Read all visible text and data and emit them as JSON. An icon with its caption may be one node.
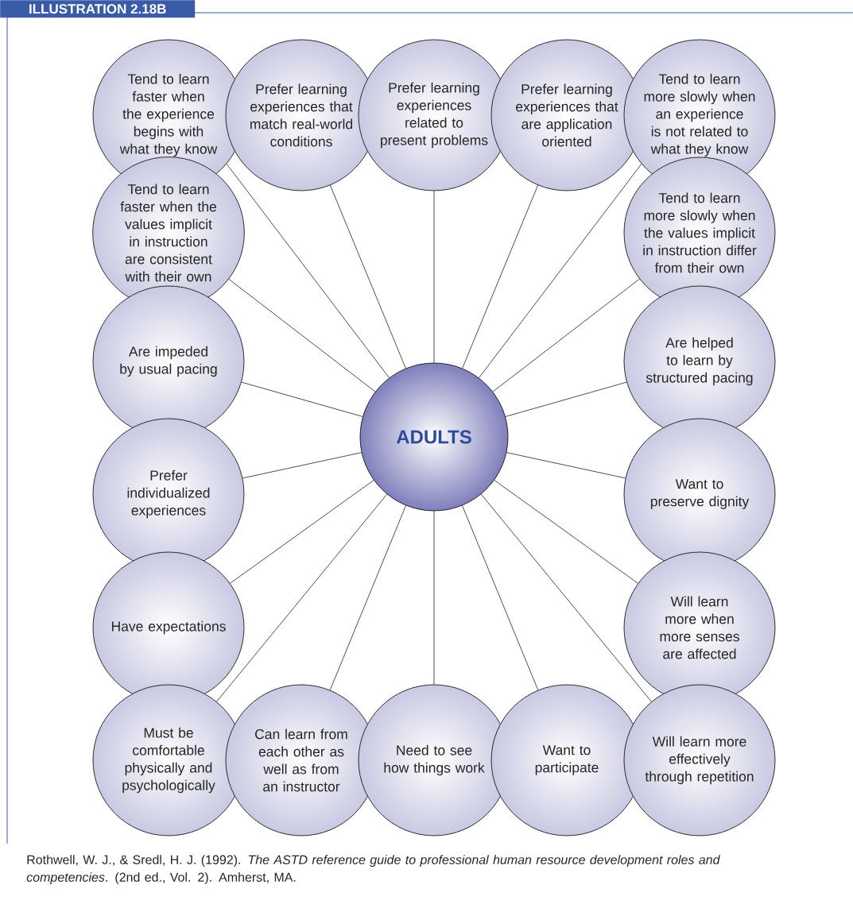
{
  "diagram": {
    "title": "ILLUSTRATION 2.18B",
    "caption": "Rothwell, W. J., & Sredl, H. J. (1992). *The ASTD reference guide to professional human resource development roles and competencies*. (2nd ed., Vol. 2). Amherst, MA.",
    "nodes": [
      {
        "text": [
          "Tend to learn faster when the experience begins with what they know"
        ]
      },
      {
        "text": [
          "Prefer learning experiences that match real-world conditions"
        ]
      },
      {
        "text": [
          "Prefer learning experiences related to present problems"
        ]
      },
      {
        "text": [
          "Prefer learning experiences that are application oriented"
        ]
      },
      {
        "text": [
          "Tend to learn more slowly when an experience is not related to what they know"
        ]
      },
      {
        "text": [
          "Tend to learn faster when the values implicit in instruction are consistent with their own"
        ]
      },
      {
        "text": [
          "Tend to learn more slowly when the values implicit in instruction differ from their own"
        ]
      },
      {
        "text": [
          "Are impeded by usual pacing"
        ]
      },
      {
        "text": [
          "Are helped to learn by structured pacing"
        ]
      },
      {
        "text": [
          "ADULTS"
        ]
      },
      {
        "text": [
          "Prefer individualized experiences"
        ]
      },
      {
        "text": [
          "Want to preserve dignity"
        ]
      },
      {
        "text": [
          "Have expectations"
        ]
      },
      {
        "text": [
          "Will learn more when more senses are affected"
        ]
      },
      {
        "text": [
          "Must be comfortable physically and psychologically"
        ]
      },
      {
        "text": [
          "Can learn from each other as well as from an instructor"
        ]
      },
      {
        "text": [
          "Need to see how things work"
        ]
      },
      {
        "text": [
          "Want to participate"
        ]
      },
      {
        "text": [
          "Will learn more effectively through repetition"
        ]
      }
    ],
    "edges": [
      {
        "from": 9,
        "to": 0,
        "arrow": "none"
      },
      {
        "from": 9,
        "to": 1,
        "arrow": "none"
      },
      {
        "from": 9,
        "to": 2,
        "arrow": "none"
      },
      {
        "from": 9,
        "to": 3,
        "arrow": "none"
      },
      {
        "from": 9,
        "to": 4,
        "arrow": "none"
      },
      {
        "from": 9,
        "to": 5,
        "arrow": "none"
      },
      {
        "from": 9,
        "to": 6,
        "arrow": "none"
      },
      {
        "from": 9,
        "to": 7,
        "arrow": "none"
      },
      {
        "from": 9,
        "to": 8,
        "arrow": "none"
      },
      {
        "from": 9,
        "to": 10,
        "arrow": "none"
      },
      {
        "from": 9,
        "to": 11,
        "arrow": "none"
      },
      {
        "from": 9,
        "to": 12,
        "arrow": "none"
      },
      {
        "from": 9,
        "to": 13,
        "arrow": "none"
      },
      {
        "from": 9,
        "to": 14,
        "arrow": "none"
      },
      {
        "from": 9,
        "to": 15,
        "arrow": "none"
      },
      {
        "from": 9,
        "to": 16,
        "arrow": "none"
      },
      {
        "from": 9,
        "to": 17,
        "arrow": "none"
      },
      {
        "from": 9,
        "to": 18,
        "arrow": "none"
      }
    ]
  }
}
